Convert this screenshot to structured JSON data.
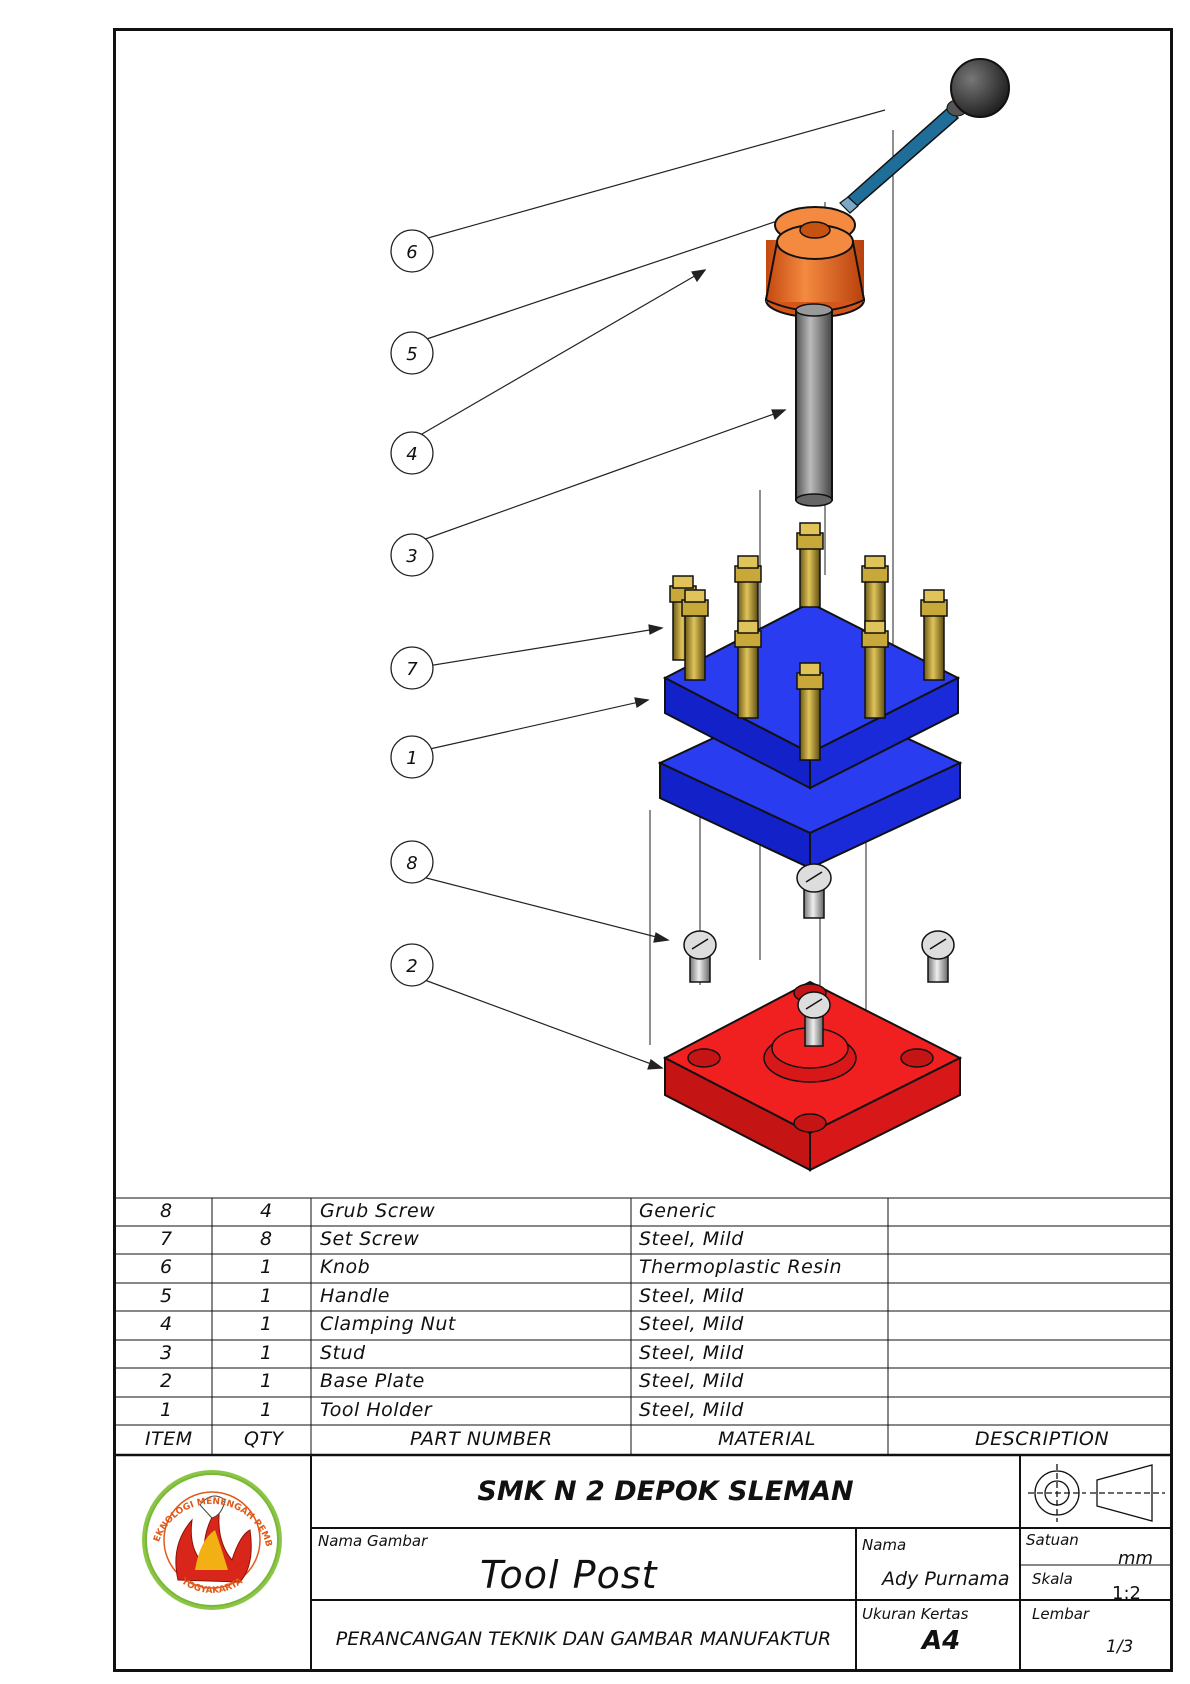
{
  "drawing": {
    "title": "Tool Post",
    "title_label": "Nama Gambar",
    "school": "SMK N 2 DEPOK SLEMAN",
    "course": "PERANCANGAN TEKNIK DAN GAMBAR MANUFAKTUR",
    "logo_text_top": "SEKOLAH TEKNOLOGI MENENGAH PEMBANGUNAN",
    "logo_text_bottom": "YOGYAKARTA"
  },
  "title_block": {
    "name_label": "Nama",
    "name_value": "Ady Purnama",
    "paper_label": "Ukuran Kertas",
    "paper_value": "A4",
    "unit_label": "Satuan",
    "unit_value": "mm",
    "scale_label": "Skala",
    "scale_value": "1:2",
    "sheet_label": "Lembar",
    "sheet_value": "1/3"
  },
  "bom": {
    "headers": [
      "ITEM",
      "QTY",
      "PART NUMBER",
      "MATERIAL",
      "DESCRIPTION"
    ],
    "rows": [
      {
        "item": "8",
        "qty": "4",
        "part": "Grub Screw",
        "material": "Generic",
        "desc": ""
      },
      {
        "item": "7",
        "qty": "8",
        "part": "Set Screw",
        "material": "Steel, Mild",
        "desc": ""
      },
      {
        "item": "6",
        "qty": "1",
        "part": "Knob",
        "material": "Thermoplastic Resin",
        "desc": ""
      },
      {
        "item": "5",
        "qty": "1",
        "part": "Handle",
        "material": "Steel, Mild",
        "desc": ""
      },
      {
        "item": "4",
        "qty": "1",
        "part": "Clamping Nut",
        "material": "Steel, Mild",
        "desc": ""
      },
      {
        "item": "3",
        "qty": "1",
        "part": "Stud",
        "material": "Steel, Mild",
        "desc": ""
      },
      {
        "item": "2",
        "qty": "1",
        "part": "Base Plate",
        "material": "Steel, Mild",
        "desc": ""
      },
      {
        "item": "1",
        "qty": "1",
        "part": "Tool Holder",
        "material": "Steel, Mild",
        "desc": ""
      }
    ]
  },
  "balloons": [
    "6",
    "5",
    "4",
    "3",
    "7",
    "1",
    "8",
    "2"
  ],
  "colors": {
    "tool_holder": "#1f2fe0",
    "base_plate": "#e01a1a",
    "handle_nut": "#e8641e",
    "handle_bar": "#1f6e9a",
    "knob": "#3a3a3a",
    "set_screw": "#b8962e",
    "steel": "#b8b8b8"
  }
}
